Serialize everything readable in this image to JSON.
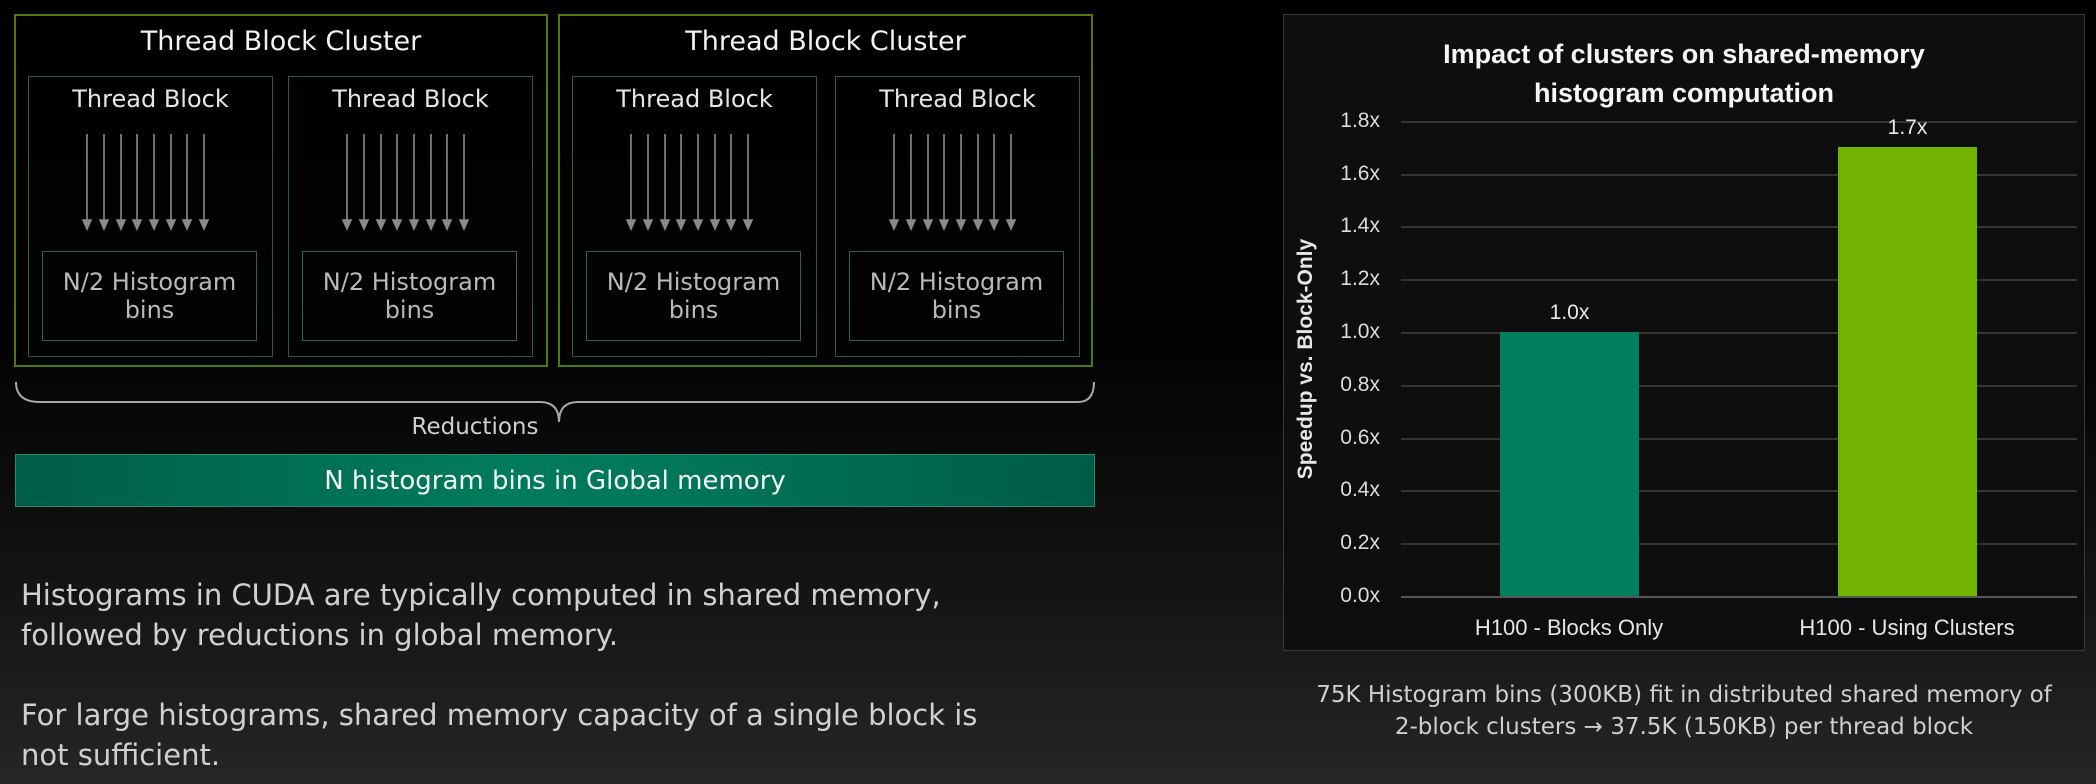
{
  "diagram": {
    "clusters": [
      {
        "title": "Thread Block Cluster",
        "blocks": [
          {
            "title": "Thread Block",
            "histogram": "N/2 Histogram bins"
          },
          {
            "title": "Thread Block",
            "histogram": "N/2 Histogram bins"
          }
        ]
      },
      {
        "title": "Thread Block Cluster",
        "blocks": [
          {
            "title": "Thread Block",
            "histogram": "N/2 Histogram bins"
          },
          {
            "title": "Thread Block",
            "histogram": "N/2 Histogram bins"
          }
        ]
      }
    ],
    "threads_per_block": 8,
    "reductions_label": "Reductions",
    "global_memory_label": "N histogram bins in Global memory",
    "colors": {
      "cluster_border": "#4f7a12",
      "block_border": "#1e5e4a",
      "global_bar": "#007b5c"
    }
  },
  "text": {
    "paragraph1": "Histograms in CUDA are typically computed in shared memory, followed by reductions in global memory.",
    "paragraph2": "For large histograms, shared memory capacity of a single block is not sufficient."
  },
  "chart": {
    "title_line1": "Impact of clusters on shared-memory",
    "title_line2": "histogram computation",
    "ylabel": "Speedup vs. Block-Only",
    "yticks": [
      "1.8x",
      "1.6x",
      "1.4x",
      "1.2x",
      "1.0x",
      "0.8x",
      "0.6x",
      "0.4x",
      "0.2x",
      "0.0x"
    ],
    "bars": [
      {
        "category": "H100 - Blocks Only",
        "label": "1.0x",
        "value": 1.0,
        "color": "#007f5f"
      },
      {
        "category": "H100 - Using Clusters",
        "label": "1.7x",
        "value": 1.7,
        "color": "#72b200"
      }
    ],
    "caption_line1": "75K Histogram bins (300KB) fit in distributed shared memory of",
    "caption_line2": "2-block clusters → 37.5K (150KB) per thread block"
  },
  "chart_data": {
    "type": "bar",
    "title": "Impact of clusters on shared-memory histogram computation",
    "categories": [
      "H100 - Blocks Only",
      "H100 - Using Clusters"
    ],
    "values": [
      1.0,
      1.7
    ],
    "data_labels": [
      "1.0x",
      "1.7x"
    ],
    "xlabel": "",
    "ylabel": "Speedup vs. Block-Only",
    "ylim": [
      0,
      1.8
    ],
    "ytick_step": 0.2,
    "grid": true,
    "legend": "none",
    "colors": [
      "#007f5f",
      "#72b200"
    ]
  }
}
